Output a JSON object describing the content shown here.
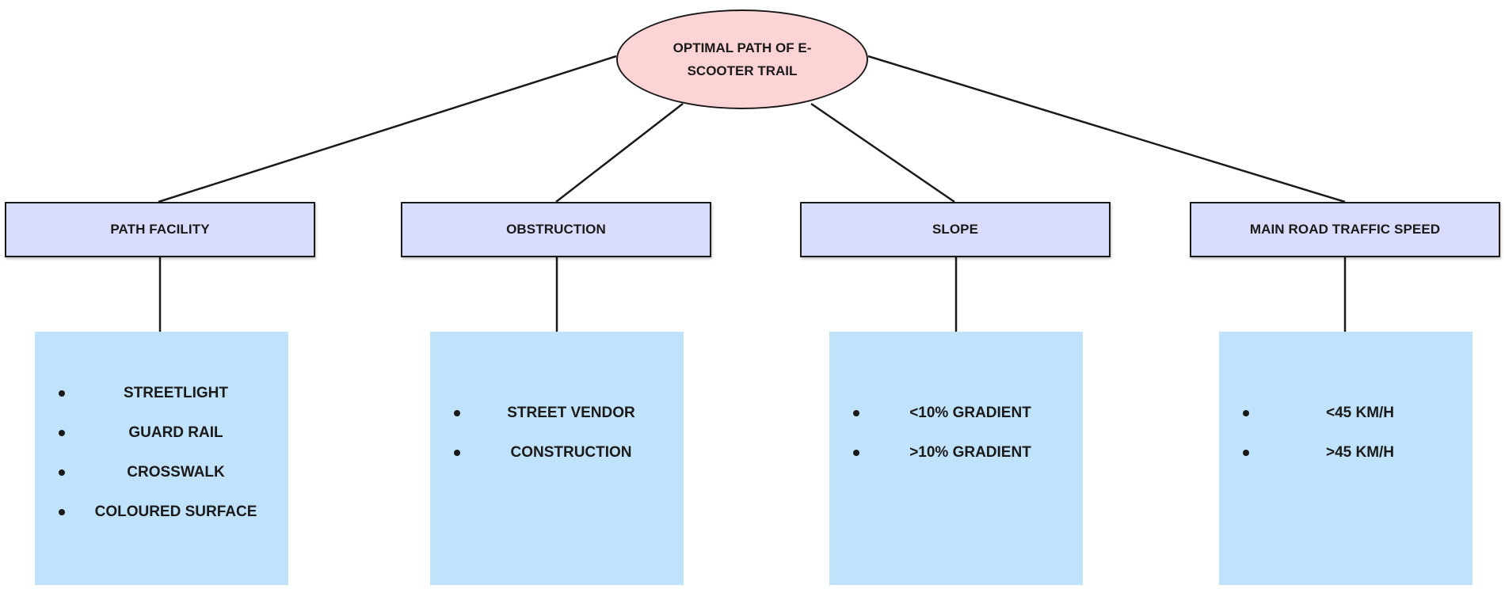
{
  "root": {
    "label": "OPTIMAL PATH OF E-SCOOTER TRAIL"
  },
  "categories": [
    {
      "label": "PATH FACILITY",
      "items": [
        "STREETLIGHT",
        "GUARD RAIL",
        "CROSSWALK",
        "COLOURED SURFACE"
      ]
    },
    {
      "label": "OBSTRUCTION",
      "items": [
        "STREET VENDOR",
        "CONSTRUCTION"
      ]
    },
    {
      "label": "SLOPE",
      "items": [
        "<10% GRADIENT",
        ">10% GRADIENT"
      ]
    },
    {
      "label": "MAIN ROAD TRAFFIC SPEED",
      "items": [
        "<45 KM/H",
        ">45 KM/H"
      ]
    }
  ],
  "colors": {
    "root_fill": "#fdd4d6",
    "category_fill": "#dadcfb",
    "detail_fill": "#c1e2fb",
    "line": "#1a1a1a"
  }
}
